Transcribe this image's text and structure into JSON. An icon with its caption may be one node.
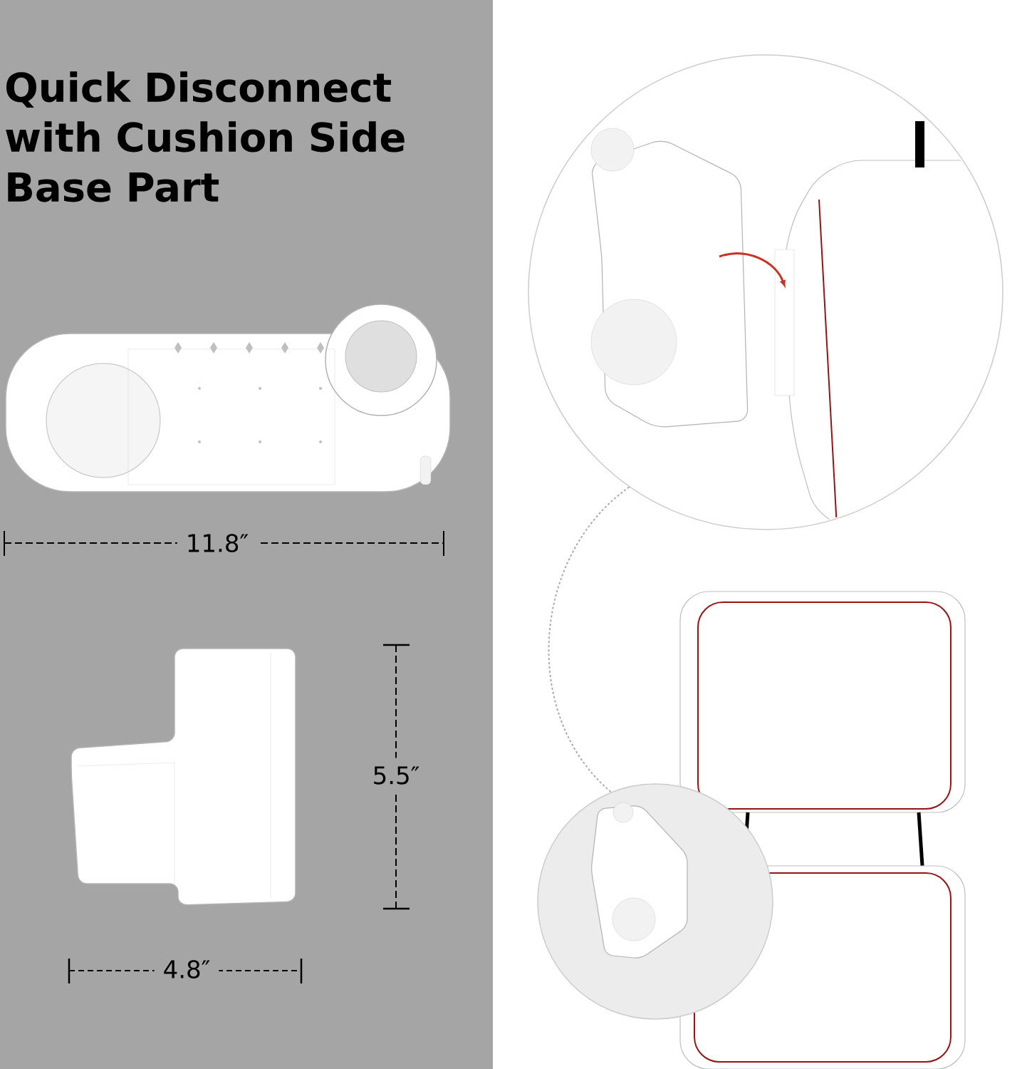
{
  "diagram": {
    "title": "Quick Disconnect with Cushion Side Base Part",
    "nodes": [
      {
        "text": [],
        "shape": "circle"
      },
      {
        "text": [],
        "shape": "circle"
      }
    ],
    "edges": [
      {
        "from": 0,
        "to": 1,
        "arrow": "none",
        "style": "dashed"
      }
    ],
    "labels": [
      "11.8″",
      "5.5″",
      "4.8″"
    ]
  }
}
